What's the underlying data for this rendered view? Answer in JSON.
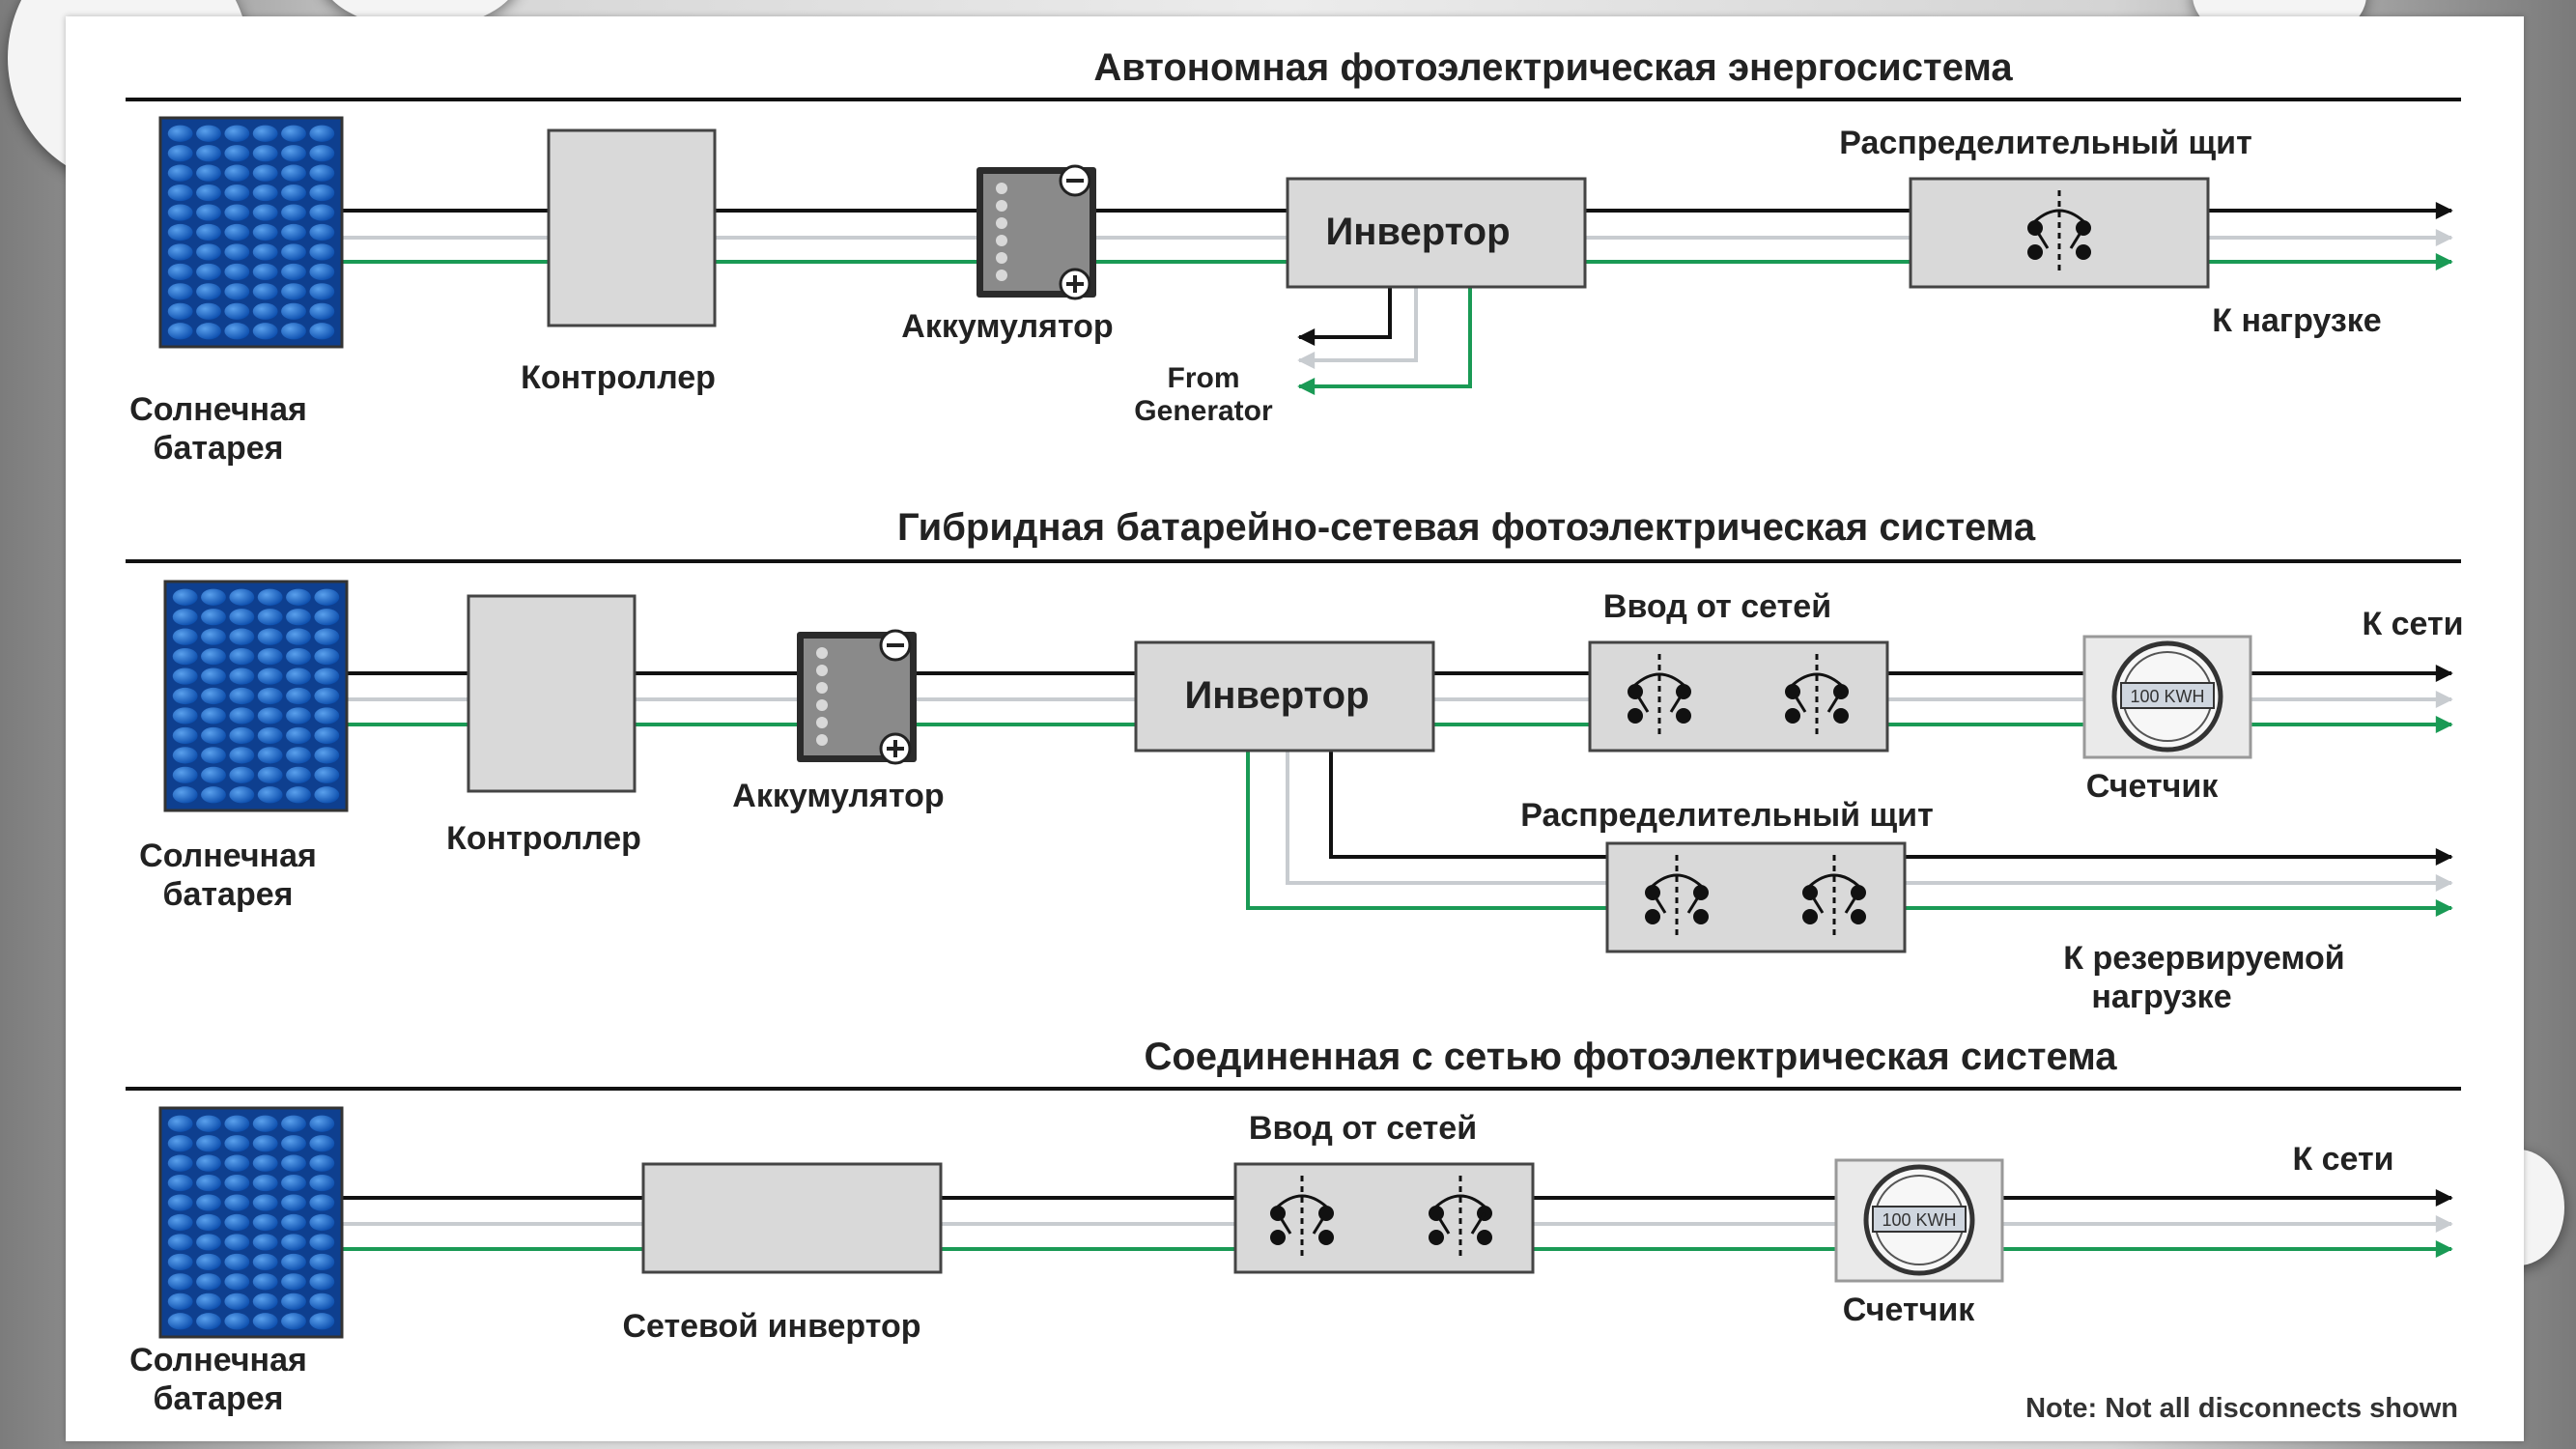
{
  "colors": {
    "line_dark": "#111111",
    "line_light": "#c8ccd0",
    "line_green": "#1a9a55",
    "box_fill": "#d9d9d9",
    "panel_blue": "#1b62c2"
  },
  "sections": [
    {
      "title": "Автономная фотоэлектрическая энергосистема",
      "solar_label_1": "Солнечная",
      "solar_label_2": "батарея",
      "controller_label": "Контроллер",
      "battery_label": "Аккумулятор",
      "inverter_label": "Инвертор",
      "generator_label_1": "From",
      "generator_label_2": "Generator",
      "panel_label": "Распределительный щит",
      "load_label": "К нагрузке"
    },
    {
      "title": "Гибридная батарейно-сетевая фотоэлектрическая система",
      "solar_label_1": "Солнечная",
      "solar_label_2": "батарея",
      "controller_label": "Контроллер",
      "battery_label": "Аккумулятор",
      "inverter_label": "Инвертор",
      "utility_label": "Ввод от сетей",
      "grid_label": "К сети",
      "meter_label": "Счетчик",
      "meter_display": "100 KWH",
      "panel_label": "Распределительный щит",
      "backup_label_1": "К  резервируемой",
      "backup_label_2": "нагрузке"
    },
    {
      "title": "Соединенная с сетью фотоэлектрическая система",
      "solar_label_1": "Солнечная",
      "solar_label_2": "батарея",
      "inverter_label": "Сетевой инвертор",
      "utility_label": "Ввод от сетей",
      "grid_label": "К сети",
      "meter_label": "Счетчик",
      "meter_display": "100 KWH"
    }
  ],
  "note": "Note: Not all disconnects shown"
}
